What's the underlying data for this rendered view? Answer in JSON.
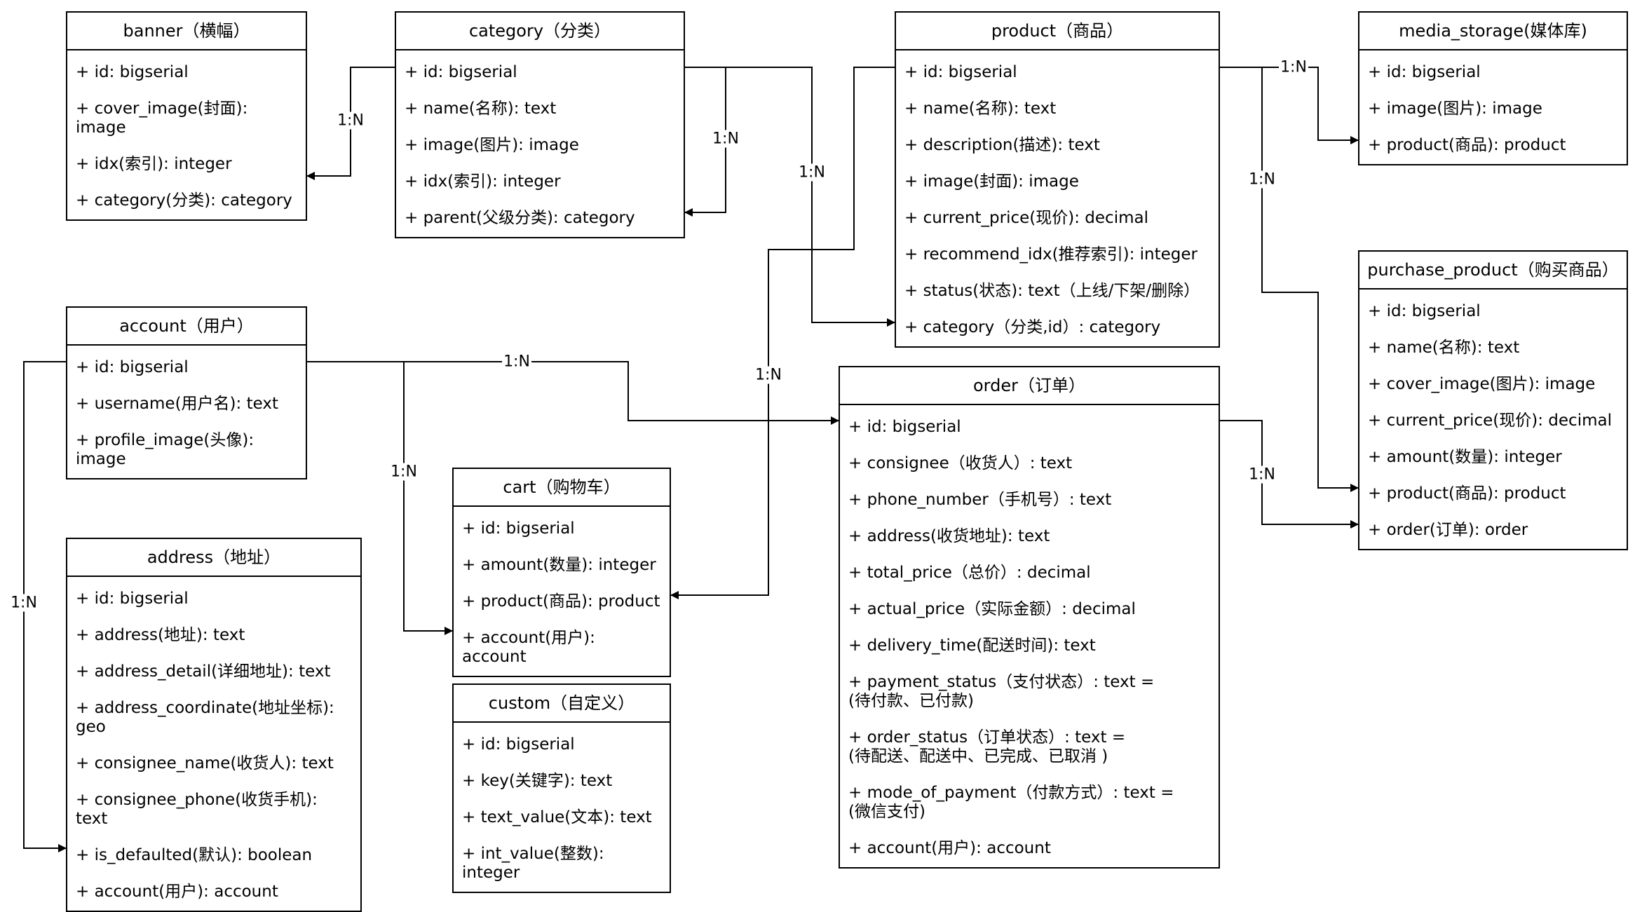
{
  "entities": {
    "banner": {
      "title": "banner（横幅）",
      "fields": [
        "+ id: bigserial",
        "+ cover_image(封面): image",
        "+ idx(索引): integer",
        "+ category(分类): category"
      ]
    },
    "category": {
      "title": "category（分类）",
      "fields": [
        "+ id: bigserial",
        "+ name(名称): text",
        "+ image(图片): image",
        "+ idx(索引): integer",
        "+ parent(父级分类): category"
      ]
    },
    "product": {
      "title": "product（商品）",
      "fields": [
        "+ id: bigserial",
        "+ name(名称): text",
        "+ description(描述): text",
        "+ image(封面): image",
        "+ current_price(现价): decimal",
        "+ recommend_idx(推荐索引): integer",
        "+ status(状态): text（上线/下架/删除）",
        "+ category（分类,id）: category"
      ]
    },
    "media_storage": {
      "title": "media_storage(媒体库)",
      "fields": [
        "+ id: bigserial",
        "+ image(图片): image",
        "+ product(商品): product"
      ]
    },
    "account": {
      "title": "account（用户）",
      "fields": [
        "+ id: bigserial",
        "+ username(用户名): text",
        "+ profile_image(头像): image"
      ]
    },
    "order": {
      "title": "order（订单）",
      "fields": [
        "+ id: bigserial",
        "+ consignee（收货人）: text",
        "+ phone_number（手机号）: text",
        "+ address(收货地址): text",
        "+ total_price（总价）: decimal",
        "+ actual_price（实际金额）: decimal",
        "+ delivery_time(配送时间): text",
        "+ payment_status（支付状态）: text =\n(待付款、已付款)",
        "+ order_status（订单状态）: text =\n(待配送、配送中、已完成、已取消 )",
        "+ mode_of_payment（付款方式）: text =\n(微信支付)",
        "+ account(用户): account"
      ]
    },
    "purchase_product": {
      "title": "purchase_product（购买商品）",
      "fields": [
        "+ id: bigserial",
        "+ name(名称): text",
        "+ cover_image(图片): image",
        "+ current_price(现价): decimal",
        "+ amount(数量): integer",
        "+ product(商品): product",
        "+ order(订单): order"
      ]
    },
    "cart": {
      "title": "cart（购物车）",
      "fields": [
        "+ id: bigserial",
        "+ amount(数量): integer",
        "+ product(商品): product",
        "+ account(用户): account"
      ]
    },
    "custom": {
      "title": "custom（自定义）",
      "fields": [
        "+ id: bigserial",
        "+ key(关键字): text",
        "+ text_value(文本): text",
        "+ int_value(整数): integer"
      ]
    },
    "address": {
      "title": "address（地址）",
      "fields": [
        "+ id: bigserial",
        "+ address(地址): text",
        "+ address_detail(详细地址): text",
        "+ address_coordinate(地址坐标): geo",
        "+ consignee_name(收货人): text",
        "+ consignee_phone(收货手机): text",
        "+ is_defaulted(默认): boolean",
        "+ account(用户): account"
      ]
    }
  },
  "relations": [
    {
      "id": "category-banner",
      "label": "1:N"
    },
    {
      "id": "category-parent",
      "label": "1:N"
    },
    {
      "id": "category-product",
      "label": "1:N"
    },
    {
      "id": "product-media",
      "label": "1:N"
    },
    {
      "id": "product-purchase",
      "label": "1:N"
    },
    {
      "id": "product-cart",
      "label": "1:N"
    },
    {
      "id": "account-order",
      "label": "1:N"
    },
    {
      "id": "account-cart",
      "label": "1:N"
    },
    {
      "id": "account-address",
      "label": "1:N"
    },
    {
      "id": "order-purchase",
      "label": "1:N"
    }
  ]
}
